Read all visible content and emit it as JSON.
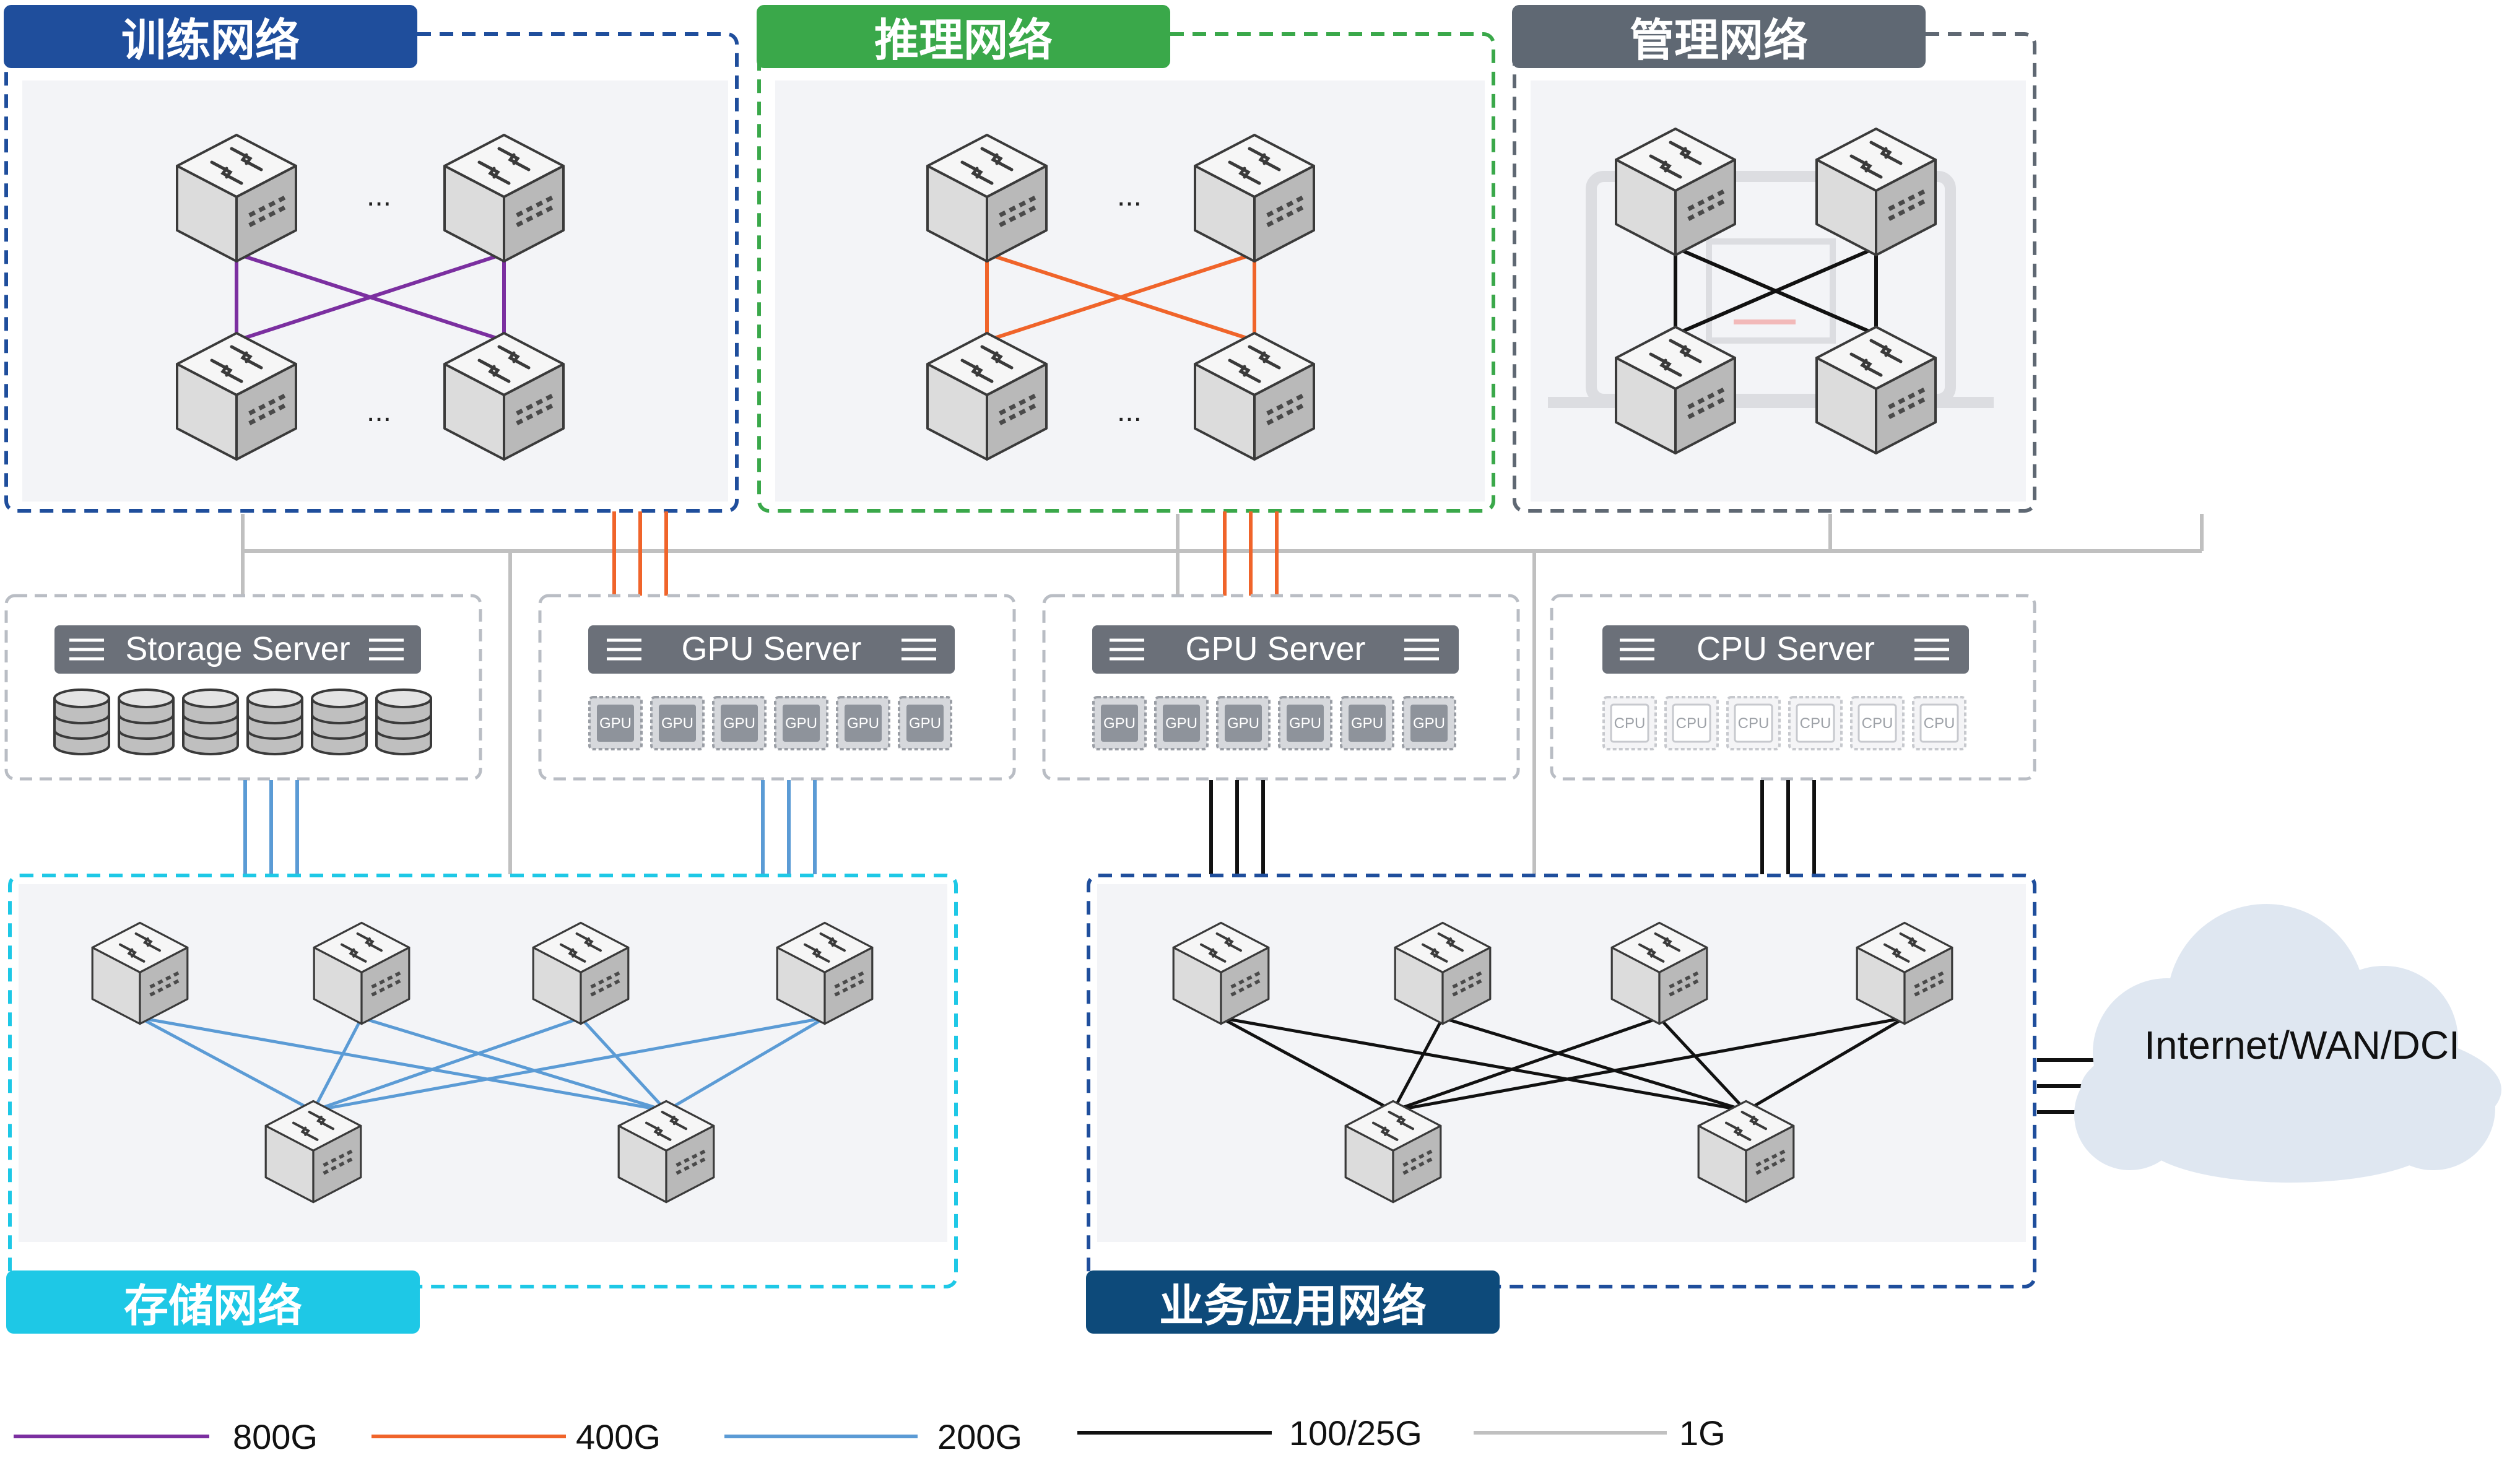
{
  "networks": {
    "training": {
      "title": "训练网络",
      "color": "#1f4e9c",
      "link_color": "#7b2fa0",
      "ellipsis": "..."
    },
    "inference": {
      "title": "推理网络",
      "color": "#3aa84a",
      "link_color": "#f0642a",
      "ellipsis": "..."
    },
    "management": {
      "title": "管理网络",
      "color": "#5f6873",
      "link_color": "#111111"
    },
    "storage": {
      "title": "存储网络",
      "color": "#1ec8e6",
      "link_color": "#5b9bd5"
    },
    "business": {
      "title": "业务应用网络",
      "color": "#0d4a7a",
      "link_color": "#111111"
    }
  },
  "servers": {
    "storage": {
      "title": "Storage Server",
      "disk_count": 6
    },
    "gpu1": {
      "title": "GPU Server",
      "chip_label": "GPU",
      "chip_count": 6
    },
    "gpu2": {
      "title": "GPU Server",
      "chip_label": "GPU",
      "chip_count": 6
    },
    "cpu": {
      "title": "CPU Server",
      "chip_label": "CPU",
      "chip_count": 6
    }
  },
  "cloud": {
    "label": "Internet/WAN/DCI"
  },
  "legend": [
    {
      "label": "800G",
      "color": "#7b2fa0"
    },
    {
      "label": "400G",
      "color": "#f0642a"
    },
    {
      "label": "200G",
      "color": "#5b9bd5"
    },
    {
      "label": "100/25G",
      "color": "#111111"
    },
    {
      "label": "1G",
      "color": "#c0c0c0"
    }
  ],
  "colors": {
    "mgmt_line": "#c0c0c0",
    "box_fill": "#f3f4f7",
    "server_bar": "#6b7079",
    "dashed_gray": "#b9bdc4"
  }
}
